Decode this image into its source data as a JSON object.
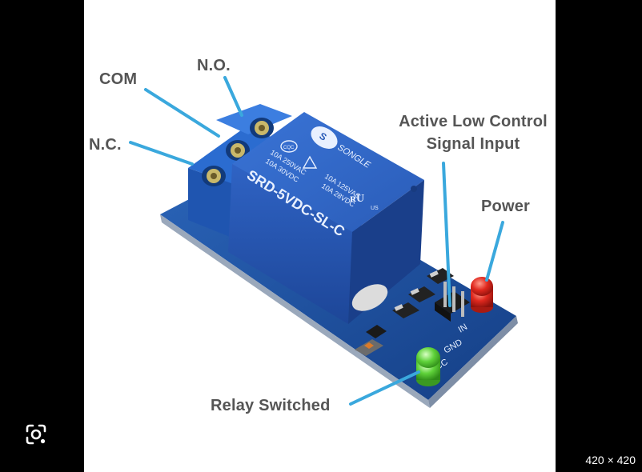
{
  "image": {
    "labels": {
      "com": "COM",
      "no": "N.O.",
      "nc": "N.C.",
      "active_low_line1": "Active Low Control",
      "active_low_line2": "Signal Input",
      "power": "Power",
      "relay_switched": "Relay Switched"
    },
    "relay_text": {
      "brand": "SONGLE",
      "model": "SRD-5VDC-SL-C",
      "rating_1a": "10A 250VAC",
      "rating_1b": "10A 30VDC",
      "rating_2a": "10A 125VAC",
      "rating_2b": "10A 28VDC",
      "cert": "CQC",
      "ul": "US"
    },
    "pin_labels": {
      "in": "IN",
      "gnd": "GND",
      "vcc": "VCC"
    }
  },
  "viewer": {
    "dimensions_text": "420 × 420",
    "lens_icon": "visual-search-icon"
  },
  "colors": {
    "label_text": "#555555",
    "leader_line": "#3aa8dd",
    "board": "#1e56a8",
    "relay": "#2d5fc0",
    "led_red": "#e0281e",
    "led_green": "#5fd23a"
  }
}
